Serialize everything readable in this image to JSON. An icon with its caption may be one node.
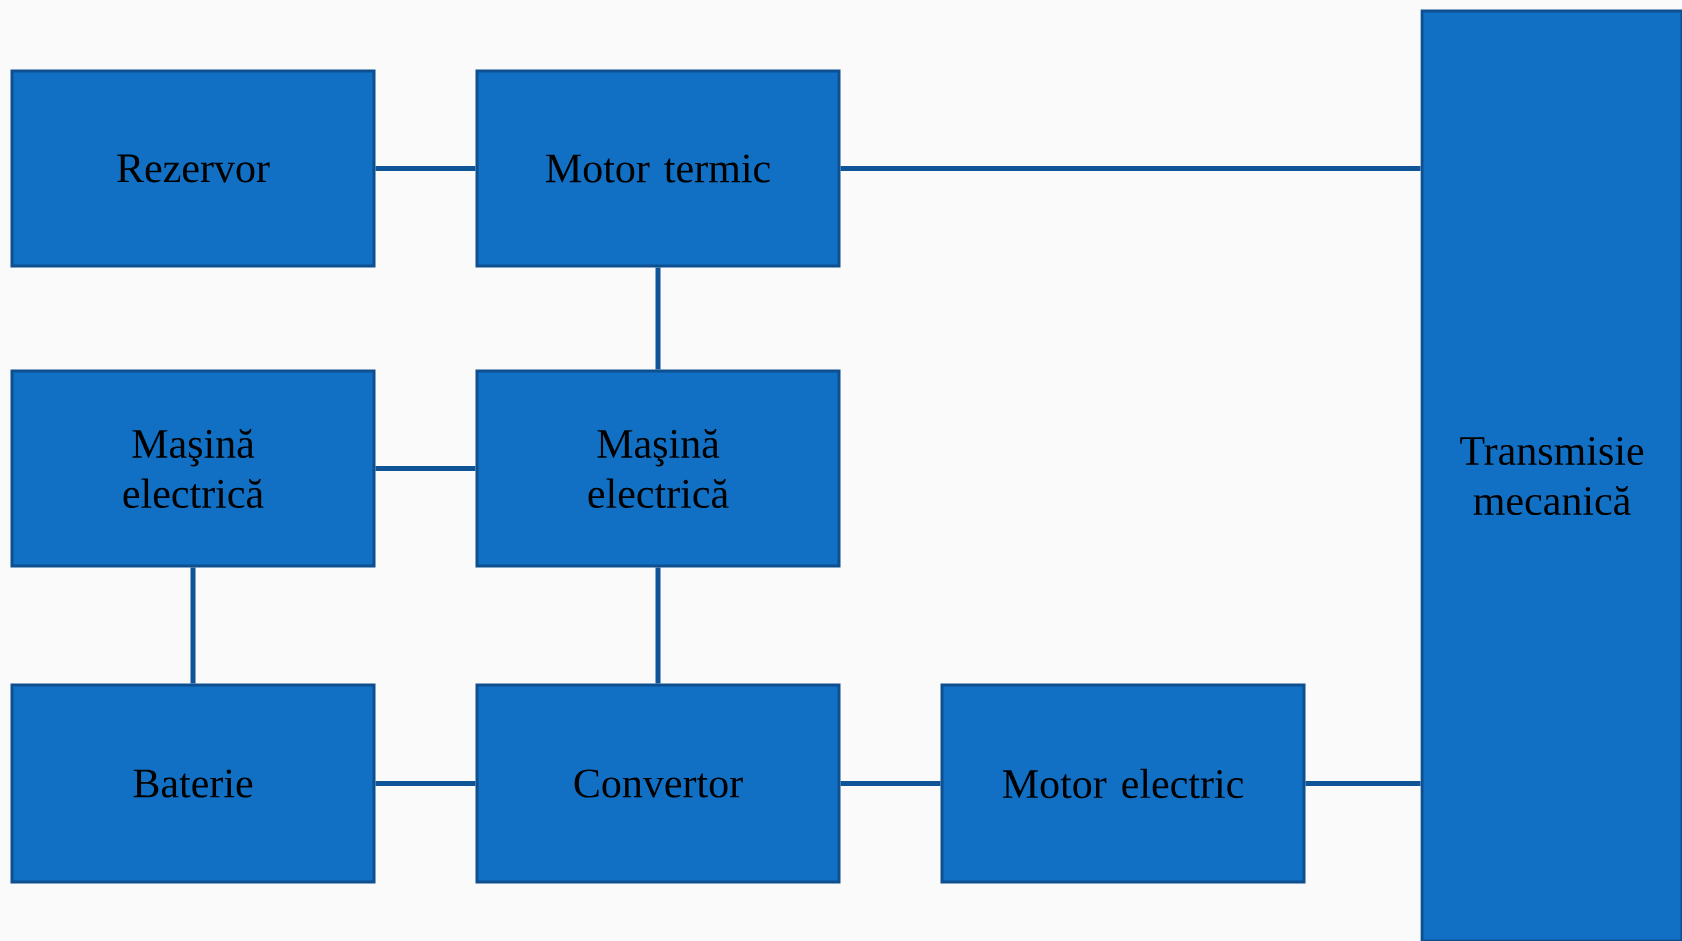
{
  "diagram": {
    "nodes": [
      {
        "text": [
          "Rezervor"
        ]
      },
      {
        "text": [
          "Motor termic"
        ]
      },
      {
        "text": [
          "Transmisie mecanică"
        ]
      },
      {
        "text": [
          "Maşină electrică"
        ]
      },
      {
        "text": [
          "Maşină electrică"
        ]
      },
      {
        "text": [
          "Baterie"
        ]
      },
      {
        "text": [
          "Convertor"
        ]
      },
      {
        "text": [
          "Motor electric"
        ]
      }
    ],
    "edges": [
      {
        "from": 0,
        "to": 1,
        "arrow": "none"
      },
      {
        "from": 1,
        "to": 2,
        "arrow": "none"
      },
      {
        "from": 1,
        "to": 4,
        "arrow": "none"
      },
      {
        "from": 3,
        "to": 4,
        "arrow": "none"
      },
      {
        "from": 3,
        "to": 5,
        "arrow": "none"
      },
      {
        "from": 4,
        "to": 6,
        "arrow": "none"
      },
      {
        "from": 5,
        "to": 6,
        "arrow": "none"
      },
      {
        "from": 6,
        "to": 7,
        "arrow": "none"
      },
      {
        "from": 7,
        "to": 2,
        "arrow": "none"
      }
    ]
  }
}
